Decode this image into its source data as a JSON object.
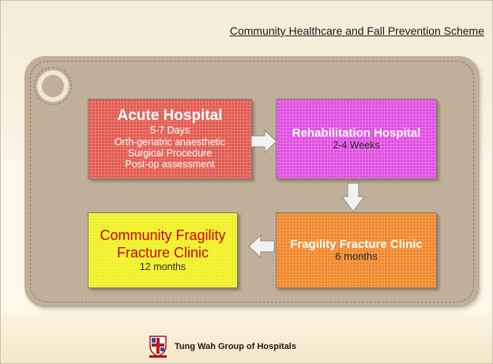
{
  "header": {
    "title": "Community Healthcare and Fall Prevention Scheme"
  },
  "steps": {
    "acute": {
      "name": "Acute Hospital",
      "duration": "5-7 Days",
      "details": [
        "Orth-geriatric anaesthetic",
        "Surgical Procedure",
        "Post-op assessment"
      ],
      "color": "#e35a4f"
    },
    "rehab": {
      "name": "Rehabilitation Hospital",
      "duration": "2-4 Weeks",
      "color": "#e04fe0"
    },
    "fragility": {
      "name": "Fragility Fracture Clinic",
      "duration": "6 months",
      "color": "#f2872a"
    },
    "community": {
      "name_line1": "Community Fragility",
      "name_line2": "Fracture Clinic",
      "duration": "12 months",
      "color": "#f0f020"
    }
  },
  "footer": {
    "organization": "Tung Wah Group of Hospitals",
    "logo_icon": "tung-wah-crest-icon"
  }
}
